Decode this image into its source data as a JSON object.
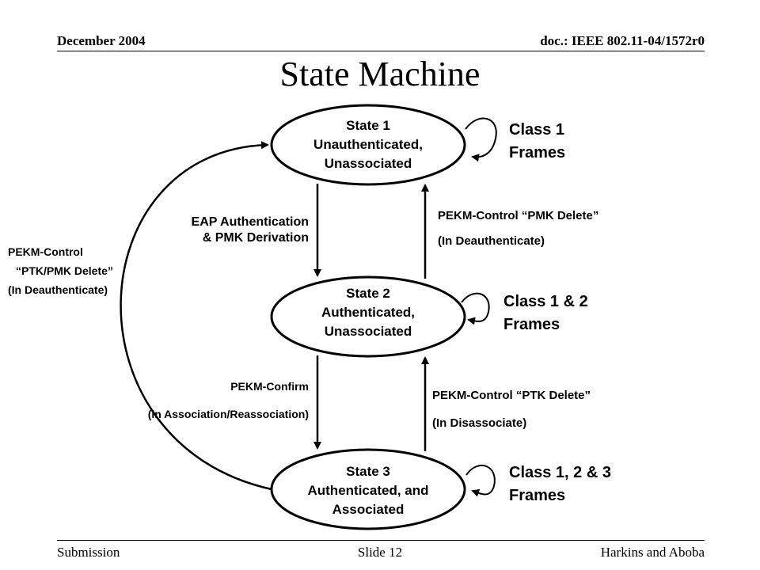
{
  "header": {
    "date": "December 2004",
    "doc": "doc.: IEEE 802.11-04/1572r0"
  },
  "title": "State Machine",
  "states": [
    {
      "line1": "State 1",
      "line2": "Unauthenticated,",
      "line3": "Unassociated"
    },
    {
      "line1": "State 2",
      "line2": "Authenticated,",
      "line3": "Unassociated"
    },
    {
      "line1": "State 3",
      "line2": "Authenticated, and",
      "line3": "Associated"
    }
  ],
  "frame_classes": [
    {
      "line1": "Class 1",
      "line2": "Frames"
    },
    {
      "line1": "Class 1  & 2",
      "line2": "Frames"
    },
    {
      "line1": "Class 1, 2 & 3",
      "line2": "Frames"
    }
  ],
  "transitions": {
    "s1_to_s2": {
      "line1": "EAP Authentication",
      "line2": "& PMK Derivation"
    },
    "s2_to_s1": {
      "line1": "PEKM-Control “PMK Delete”",
      "line2": "(In Deauthenticate)"
    },
    "s2_to_s3": {
      "line1": "PEKM-Confirm",
      "line2": "(in Association/Reassociation)"
    },
    "s3_to_s2": {
      "line1": "PEKM-Control “PTK Delete”",
      "line2": "(In Disassociate)"
    },
    "s3_to_s1": {
      "line1": "PEKM-Control",
      "line2": "“PTK/PMK Delete”",
      "line3": "(In Deauthenticate)"
    }
  },
  "footer": {
    "left": "Submission",
    "center": "Slide 12",
    "right": "Harkins and Aboba"
  }
}
